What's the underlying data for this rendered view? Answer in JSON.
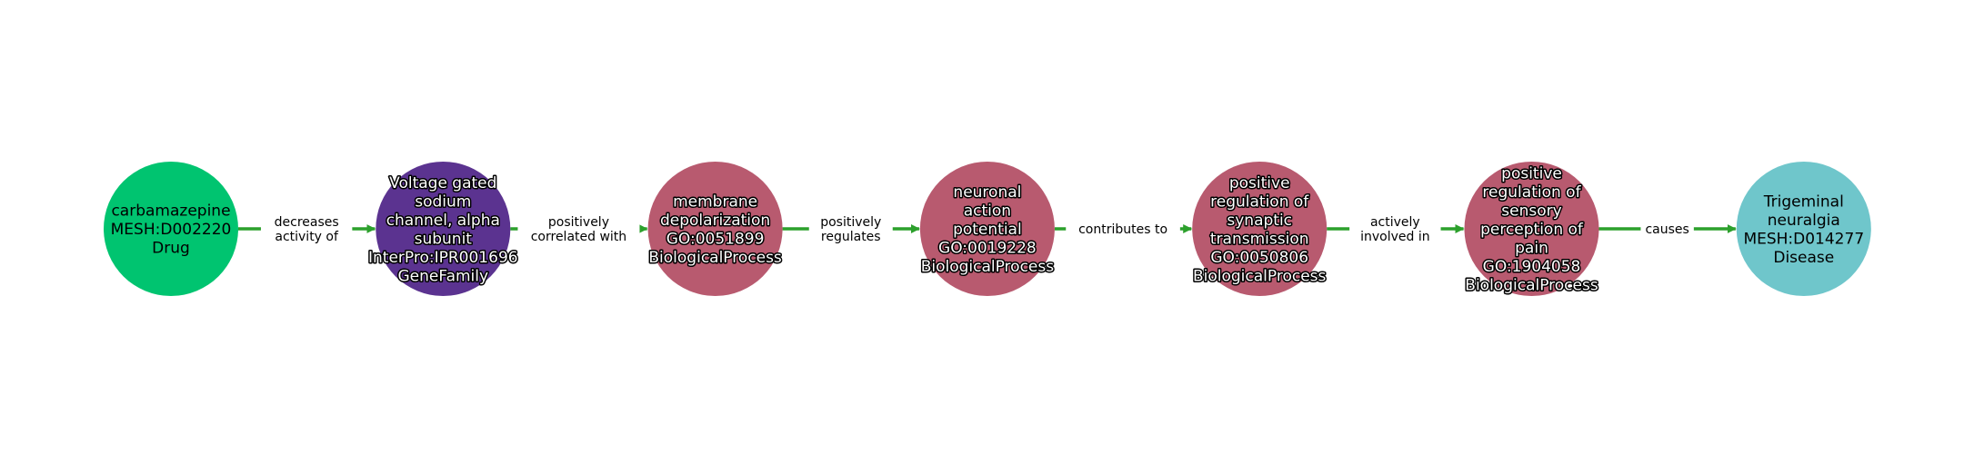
{
  "diagram": {
    "edge_color": "#2ca02c",
    "nodes": [
      {
        "id": "n0",
        "color": "#00c470",
        "text_style": "plain",
        "lines": [
          "carbamazepine",
          "MESH:D002220",
          "Drug"
        ]
      },
      {
        "id": "n1",
        "color": "#5b3390",
        "text_style": "outlined",
        "lines": [
          "Voltage gated",
          "sodium",
          "channel, alpha",
          "subunit",
          "InterPro:IPR001696",
          "GeneFamily"
        ]
      },
      {
        "id": "n2",
        "color": "#b85a6f",
        "text_style": "outlined",
        "lines": [
          "membrane",
          "depolarization",
          "GO:0051899",
          "BiologicalProcess"
        ]
      },
      {
        "id": "n3",
        "color": "#b85a6f",
        "text_style": "outlined",
        "lines": [
          "neuronal",
          "action",
          "potential",
          "GO:0019228",
          "BiologicalProcess"
        ]
      },
      {
        "id": "n4",
        "color": "#b85a6f",
        "text_style": "outlined",
        "lines": [
          "positive",
          "regulation of",
          "synaptic",
          "transmission",
          "GO:0050806",
          "BiologicalProcess"
        ]
      },
      {
        "id": "n5",
        "color": "#b85a6f",
        "text_style": "outlined",
        "lines": [
          "positive",
          "regulation of",
          "sensory",
          "perception of",
          "pain",
          "GO:1904058",
          "BiologicalProcess"
        ]
      },
      {
        "id": "n6",
        "color": "#6fc6cb",
        "text_style": "plain",
        "lines": [
          "Trigeminal",
          "neuralgia",
          "MESH:D014277",
          "Disease"
        ]
      }
    ],
    "edges": [
      {
        "from": "n0",
        "to": "n1",
        "lines": [
          "decreases",
          "activity of"
        ]
      },
      {
        "from": "n1",
        "to": "n2",
        "lines": [
          "positively",
          "correlated with"
        ]
      },
      {
        "from": "n2",
        "to": "n3",
        "lines": [
          "positively",
          "regulates"
        ]
      },
      {
        "from": "n3",
        "to": "n4",
        "lines": [
          "contributes to"
        ]
      },
      {
        "from": "n4",
        "to": "n5",
        "lines": [
          "actively",
          "involved in"
        ]
      },
      {
        "from": "n5",
        "to": "n6",
        "lines": [
          "causes"
        ]
      }
    ]
  }
}
